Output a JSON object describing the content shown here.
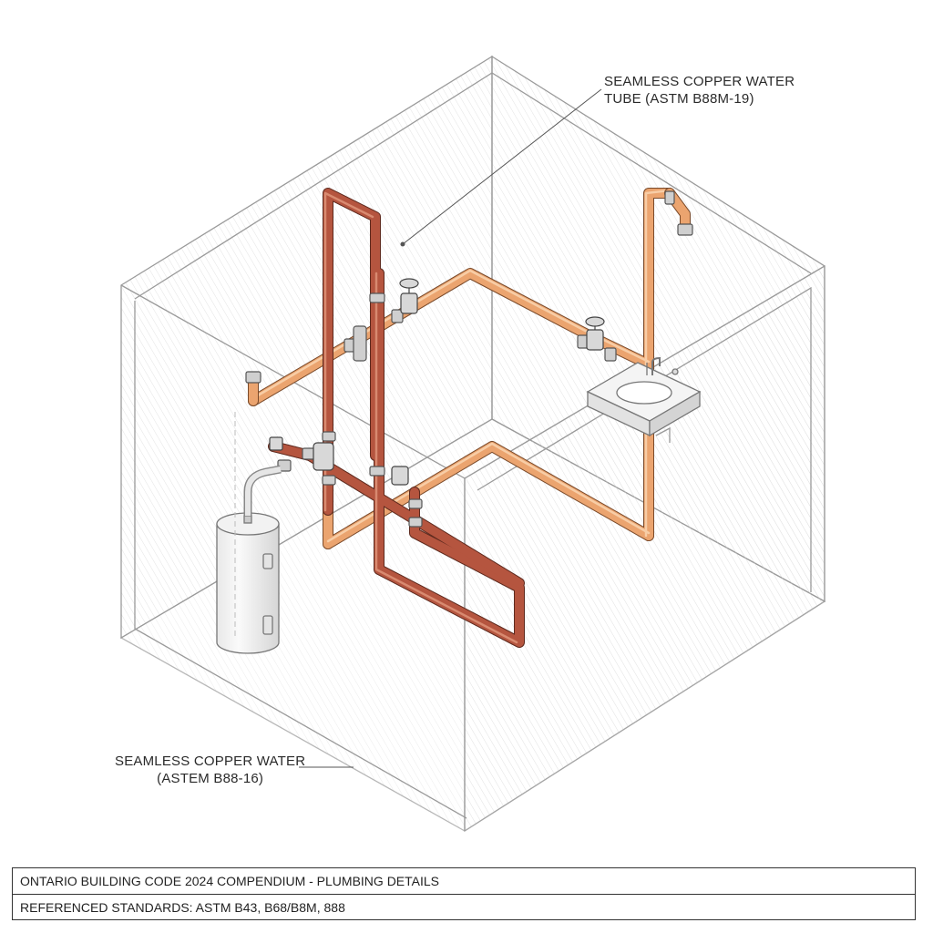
{
  "callouts": {
    "top": {
      "line1": "SEAMLESS COPPER WATER",
      "line2": "TUBE (ASTM B88M-19)"
    },
    "bottom": {
      "line1": "SEAMLESS COPPER WATER",
      "line2": "(ASTEM B88-16)"
    }
  },
  "title_block": {
    "title": "ONTARIO BUILDING CODE 2024 COMPENDIUM - PLUMBING DETAILS",
    "standards": "REFERENCED STANDARDS: ASTM B43, B68/B8M, 888"
  },
  "colors": {
    "hot_pipe": "#b5553f",
    "cold_pipe": "#e9a06b",
    "line": "#8a8a8a"
  }
}
